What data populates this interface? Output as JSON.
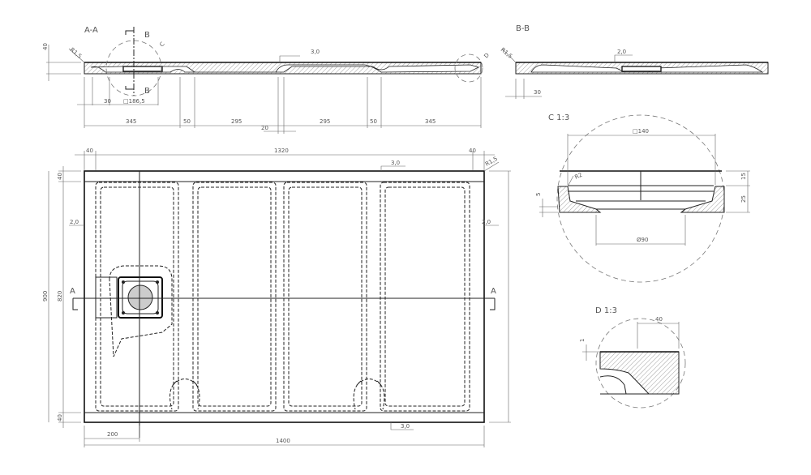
{
  "views": {
    "section_aa": {
      "title": "A-A",
      "cut_b_top": "B",
      "cut_b_bottom": "B",
      "detail_c": "C",
      "detail_d": "D",
      "dims": {
        "height": "40",
        "radius": "R1,5",
        "slope": "3,0",
        "offset": "30",
        "drain_square": "□186,5",
        "d1": "345",
        "d2": "50",
        "d3": "295",
        "d4": "20",
        "d5": "295",
        "d6": "50",
        "d7": "345"
      }
    },
    "section_bb": {
      "title": "B-B",
      "dims": {
        "radius": "R1,5",
        "slope": "2,0",
        "offset": "30"
      }
    },
    "detail_c": {
      "title": "C 1:3",
      "dims": {
        "square": "□140",
        "radius": "R2",
        "h1": "15",
        "h2": "25",
        "h3": "5",
        "diameter": "Ø90"
      }
    },
    "detail_d": {
      "title": "D 1:3",
      "dims": {
        "width": "40",
        "height": "1"
      }
    },
    "plan": {
      "cut_a_left": "A",
      "cut_a_right": "A",
      "dims": {
        "left_rim": "40",
        "inner_length": "1320",
        "right_rim": "40",
        "slope_top": "3,0",
        "radius": "R1,5",
        "top_rim": "40",
        "slope_left": "2,0",
        "slope_right": "2,0",
        "total_width": "900",
        "inner_width": "820",
        "bottom_rim": "40",
        "drain_offset": "200",
        "total_length": "1400",
        "slope_bottom": "3,0"
      }
    }
  }
}
